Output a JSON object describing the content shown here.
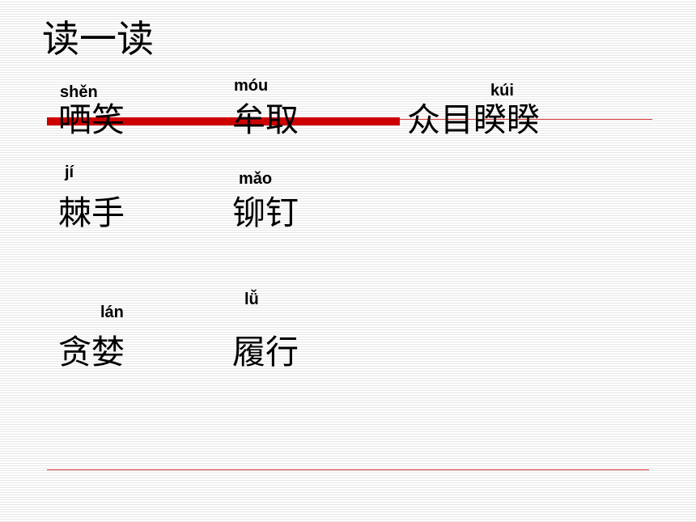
{
  "slide": {
    "title": "读一读",
    "entries": [
      {
        "pinyin": "shěn",
        "word": "哂笑"
      },
      {
        "pinyin": "móu",
        "word": "牟取"
      },
      {
        "pinyin": "kúi",
        "word": "众目睽睽"
      },
      {
        "pinyin": "jí",
        "word": "棘手"
      },
      {
        "pinyin": "mǎo",
        "word": "铆钉"
      },
      {
        "pinyin": "lán",
        "word": "贪婪"
      },
      {
        "pinyin": "lǚ",
        "word": "履行"
      }
    ]
  },
  "colors": {
    "accent_bar": "#cc0000",
    "thin_line": "#d83a3a"
  }
}
